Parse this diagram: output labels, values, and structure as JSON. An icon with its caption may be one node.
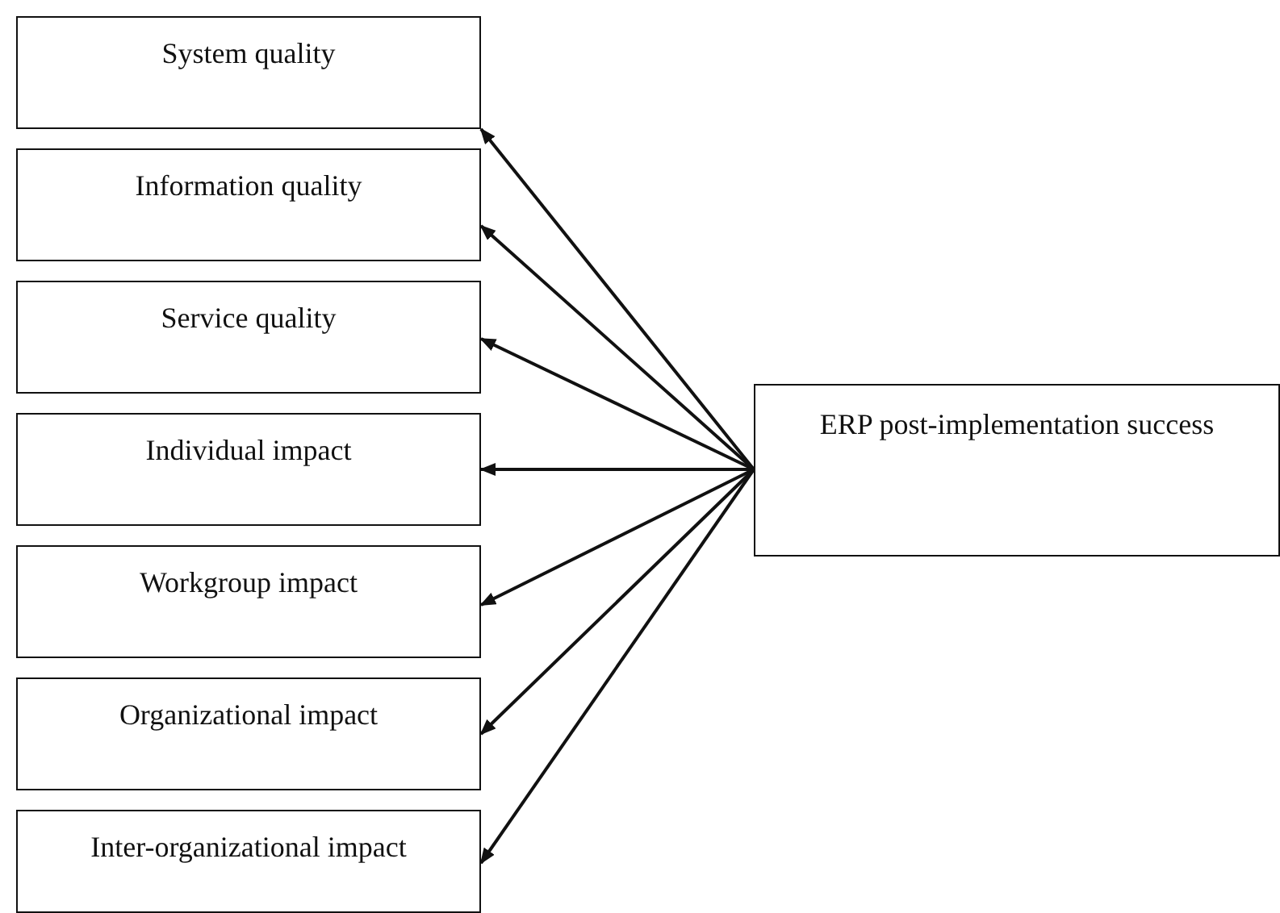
{
  "diagram": {
    "nodes": [
      {
        "text": [
          "System quality"
        ]
      },
      {
        "text": [
          "Information quality"
        ]
      },
      {
        "text": [
          "Service quality"
        ]
      },
      {
        "text": [
          "Individual impact"
        ]
      },
      {
        "text": [
          "Workgroup impact"
        ]
      },
      {
        "text": [
          "Organizational impact"
        ]
      },
      {
        "text": [
          "Inter-organizational impact"
        ]
      },
      {
        "text": [
          "ERP post-implementation success"
        ]
      }
    ],
    "edges": [
      {
        "from": 7,
        "to": 0,
        "arrow": "to"
      },
      {
        "from": 7,
        "to": 1,
        "arrow": "to"
      },
      {
        "from": 7,
        "to": 2,
        "arrow": "to"
      },
      {
        "from": 7,
        "to": 3,
        "arrow": "to"
      },
      {
        "from": 7,
        "to": 4,
        "arrow": "to"
      },
      {
        "from": 7,
        "to": 5,
        "arrow": "to"
      },
      {
        "from": 7,
        "to": 6,
        "arrow": "to"
      }
    ]
  }
}
